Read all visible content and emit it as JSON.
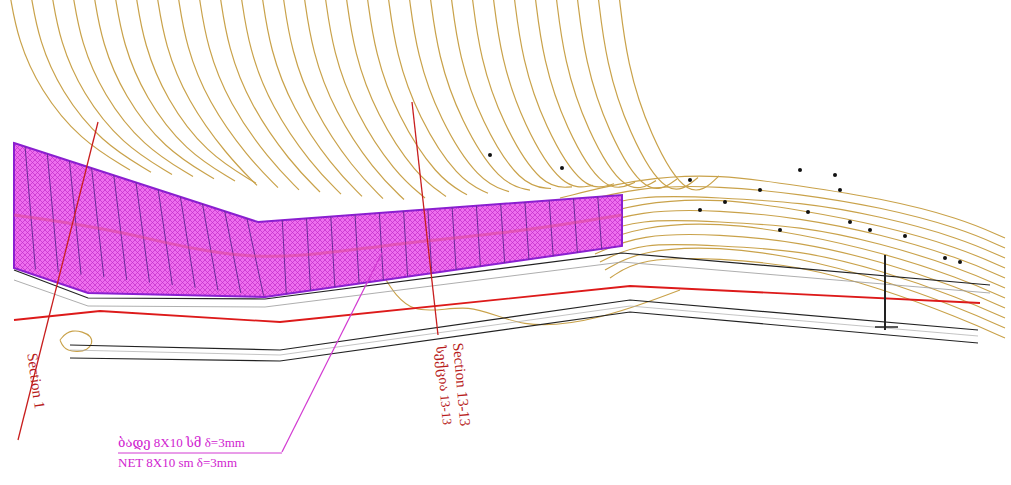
{
  "diagram": {
    "labels": [
      "Section 1",
      "Section 13-13",
      "სექცია 13-13",
      "ბადე 8X10 სმ δ=3mm",
      "NET 8X10 sm δ=3mm"
    ]
  }
}
